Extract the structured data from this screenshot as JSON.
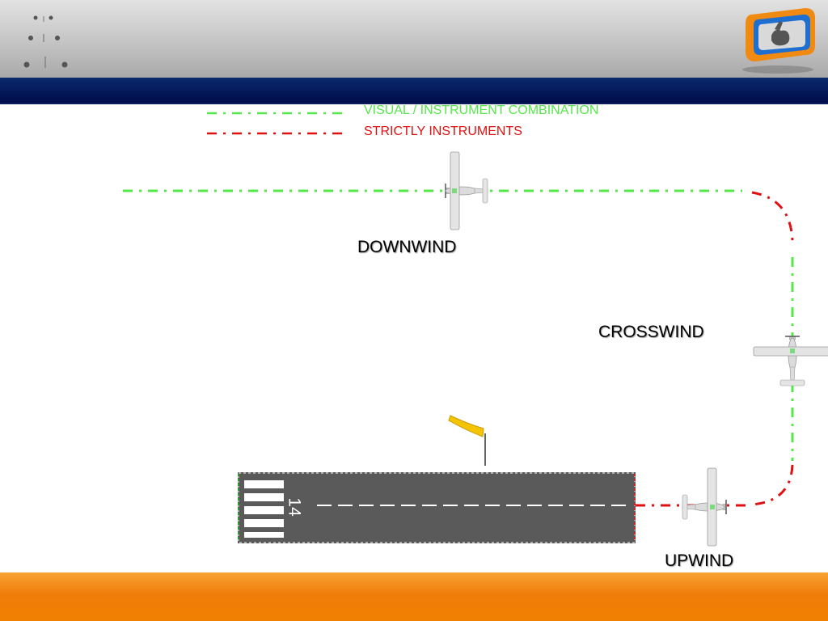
{
  "legend": {
    "visual_label": "VISUAL / INSTRUMENT COMBINATION",
    "visual_color": "#55e84a",
    "instrument_label": "STRICTLY INSTRUMENTS",
    "instrument_color": "#e01010"
  },
  "labels": {
    "downwind": "DOWNWIND",
    "crosswind": "CROSSWIND",
    "upwind": "UPWIND"
  },
  "runway": {
    "number": "14",
    "surface_color": "#5a5a5a"
  },
  "windsock": {
    "color": "#f5c400"
  },
  "logo": {
    "name": "presentation-logo-icon",
    "colors": [
      "#f08a10",
      "#1f6fd0"
    ]
  },
  "theme": {
    "header_band_color": "#000c4a",
    "footer_color": "#f08000"
  }
}
